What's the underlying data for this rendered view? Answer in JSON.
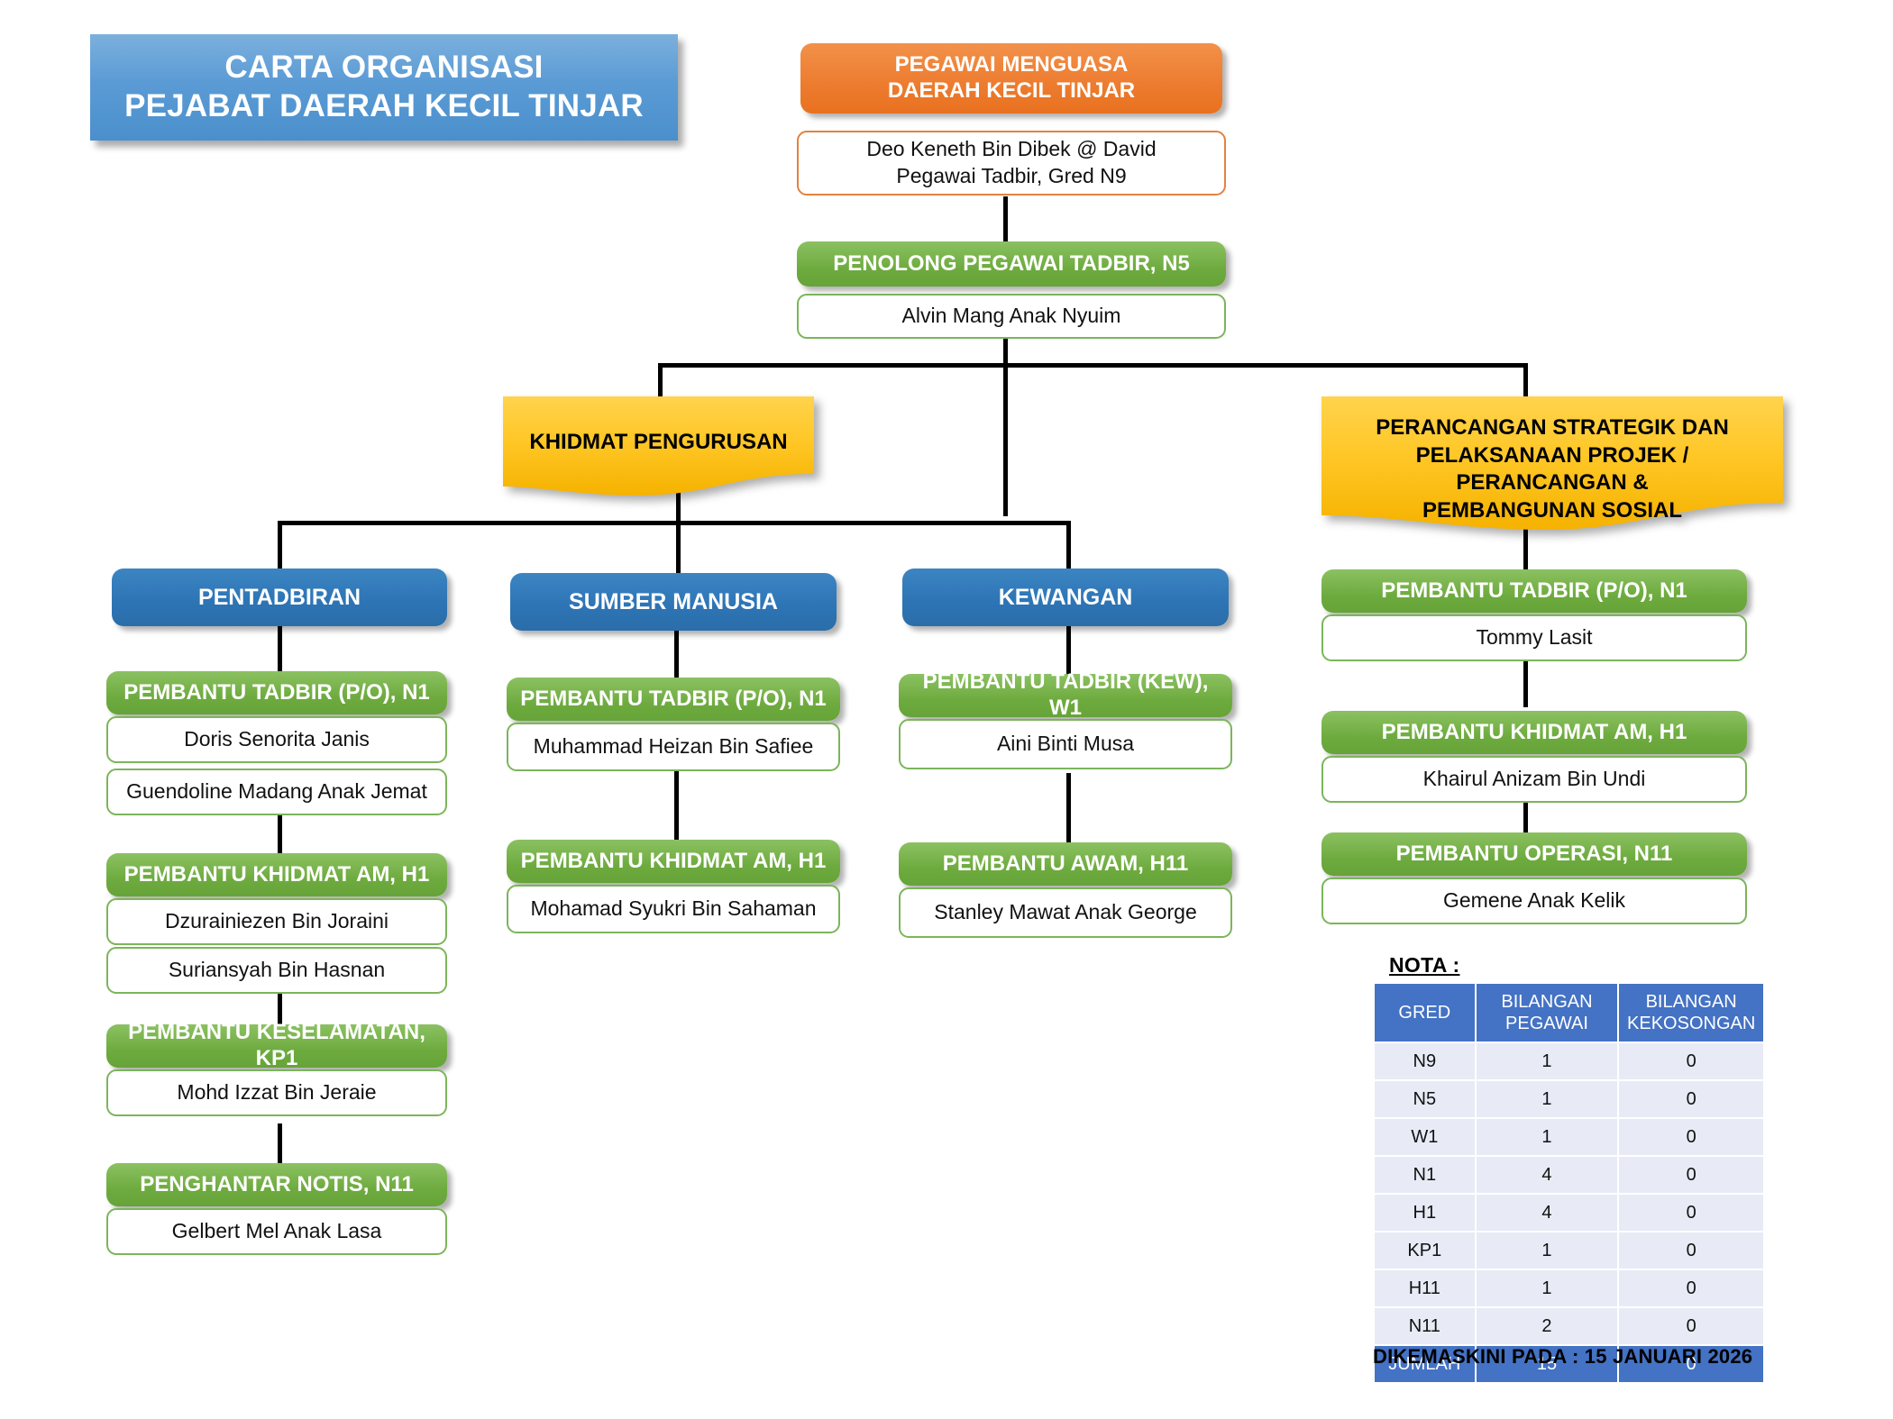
{
  "title": {
    "line1": "CARTA ORGANISASI",
    "line2": "PEJABAT DAERAH KECIL TINJAR"
  },
  "top": {
    "header_line1": "PEGAWAI MENGUASA",
    "header_line2": "DAERAH KECIL TINJAR",
    "name_line1": "Deo Keneth Bin Dibek @ David",
    "name_line2": "Pegawai Tadbir, Gred N9"
  },
  "assistant": {
    "header": "PENOLONG PEGAWAI TADBIR, N5",
    "name": "Alvin Mang Anak Nyuim"
  },
  "divisions": {
    "left_ribbon": "KHIDMAT PENGURUSAN",
    "right_ribbon_line1": "PERANCANGAN STRATEGIK DAN",
    "right_ribbon_line2": "PELAKSANAAN PROJEK / PERANCANGAN &",
    "right_ribbon_line3": "PEMBANGUNAN SOSIAL"
  },
  "units": {
    "pentadbiran": {
      "title": "PENTADBIRAN",
      "groups": [
        {
          "header": "PEMBANTU TADBIR (P/O), N1",
          "names": [
            "Doris Senorita Janis",
            "Guendoline Madang Anak Jemat"
          ]
        },
        {
          "header": "PEMBANTU KHIDMAT AM, H1",
          "names": [
            "Dzurainiezen Bin Joraini",
            "Suriansyah Bin Hasnan"
          ]
        },
        {
          "header": "PEMBANTU KESELAMATAN, KP1",
          "names": [
            "Mohd Izzat Bin Jeraie"
          ]
        },
        {
          "header": "PENGHANTAR NOTIS, N11",
          "names": [
            "Gelbert Mel Anak Lasa"
          ]
        }
      ]
    },
    "sumber_manusia": {
      "title": "SUMBER MANUSIA",
      "groups": [
        {
          "header": "PEMBANTU TADBIR (P/O), N1",
          "names": [
            "Muhammad Heizan Bin Safiee"
          ]
        },
        {
          "header": "PEMBANTU KHIDMAT AM, H1",
          "names": [
            "Mohamad Syukri Bin Sahaman"
          ]
        }
      ]
    },
    "kewangan": {
      "title": "KEWANGAN",
      "groups": [
        {
          "header": "PEMBANTU TADBIR (KEW), W1",
          "names": [
            "Aini Binti Musa"
          ]
        },
        {
          "header": "PEMBANTU AWAM, H11",
          "names": [
            "Stanley Mawat Anak George"
          ]
        }
      ]
    },
    "perancangan": {
      "groups": [
        {
          "header": "PEMBANTU TADBIR (P/O), N1",
          "names": [
            "Tommy Lasit"
          ]
        },
        {
          "header": "PEMBANTU KHIDMAT AM, H1",
          "names": [
            "Khairul Anizam Bin Undi"
          ]
        },
        {
          "header": "PEMBANTU OPERASI, N11",
          "names": [
            "Gemene Anak Kelik"
          ]
        }
      ]
    }
  },
  "nota": {
    "label": "NOTA :",
    "columns": [
      "GRED",
      "BILANGAN PEGAWAI",
      "BILANGAN KEKOSONGAN"
    ],
    "col_header_gred": "GRED",
    "col_header_bil_line1": "BILANGAN",
    "col_header_bil_line2": "PEGAWAI",
    "col_header_kek_line1": "BILANGAN",
    "col_header_kek_line2": "KEKOSONGAN",
    "rows": [
      {
        "gred": "N9",
        "pegawai": "1",
        "kekosongan": "0"
      },
      {
        "gred": "N5",
        "pegawai": "1",
        "kekosongan": "0"
      },
      {
        "gred": "W1",
        "pegawai": "1",
        "kekosongan": "0"
      },
      {
        "gred": "N1",
        "pegawai": "4",
        "kekosongan": "0"
      },
      {
        "gred": "H1",
        "pegawai": "4",
        "kekosongan": "0"
      },
      {
        "gred": "KP1",
        "pegawai": "1",
        "kekosongan": "0"
      },
      {
        "gred": "H11",
        "pegawai": "1",
        "kekosongan": "0"
      },
      {
        "gred": "N11",
        "pegawai": "2",
        "kekosongan": "0"
      }
    ],
    "total": {
      "gred": "JUMLAH",
      "pegawai": "15",
      "kekosongan": "0"
    },
    "updated": "DIKEMASKINI PADA : 15 JANUARI 2026"
  },
  "colors": {
    "title_blue": "#5b9bd5",
    "orange": "#ed7d31",
    "green": "#6eab3f",
    "blue": "#2e75b6",
    "yellow": "#ffc000",
    "table_header": "#4472c4",
    "table_row": "#e8ebf6"
  }
}
